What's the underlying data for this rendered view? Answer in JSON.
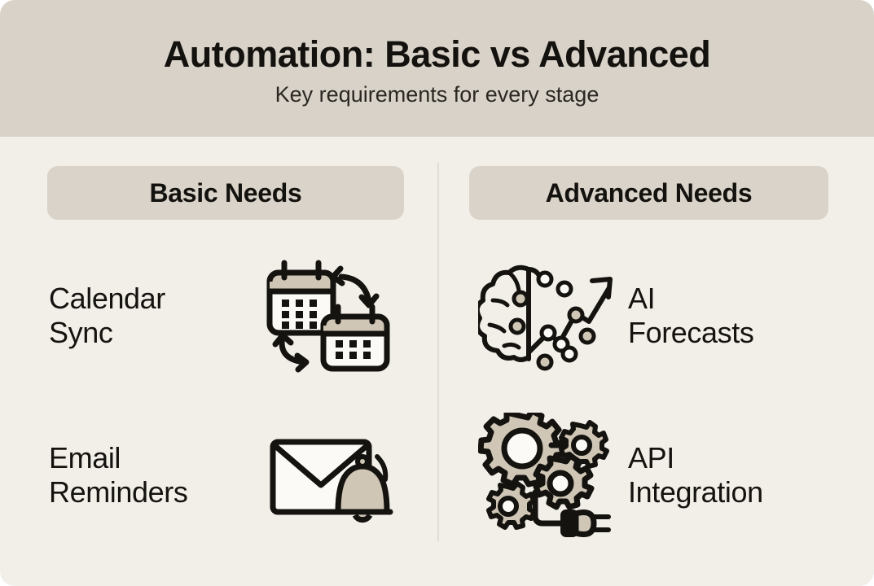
{
  "header": {
    "title": "Automation: Basic vs Advanced",
    "subtitle": "Key requirements for every stage"
  },
  "colors": {
    "header_bg": "#d8d2c8",
    "body_bg": "#f2efe9",
    "pill_bg": "#d9d3c9",
    "ink": "#15130f",
    "icon_fill": "#cfc6b6",
    "divider": "#e2ded5"
  },
  "columns": [
    {
      "id": "basic",
      "heading": "Basic Needs",
      "items": [
        {
          "label": "Calendar\nSync",
          "icon": "calendar-sync-icon"
        },
        {
          "label": "Email\nReminders",
          "icon": "email-bell-icon"
        }
      ]
    },
    {
      "id": "advanced",
      "heading": "Advanced Needs",
      "items": [
        {
          "label": "AI\nForecasts",
          "icon": "brain-forecast-icon"
        },
        {
          "label": "API\nIntegration",
          "icon": "gears-plug-icon"
        }
      ]
    }
  ]
}
